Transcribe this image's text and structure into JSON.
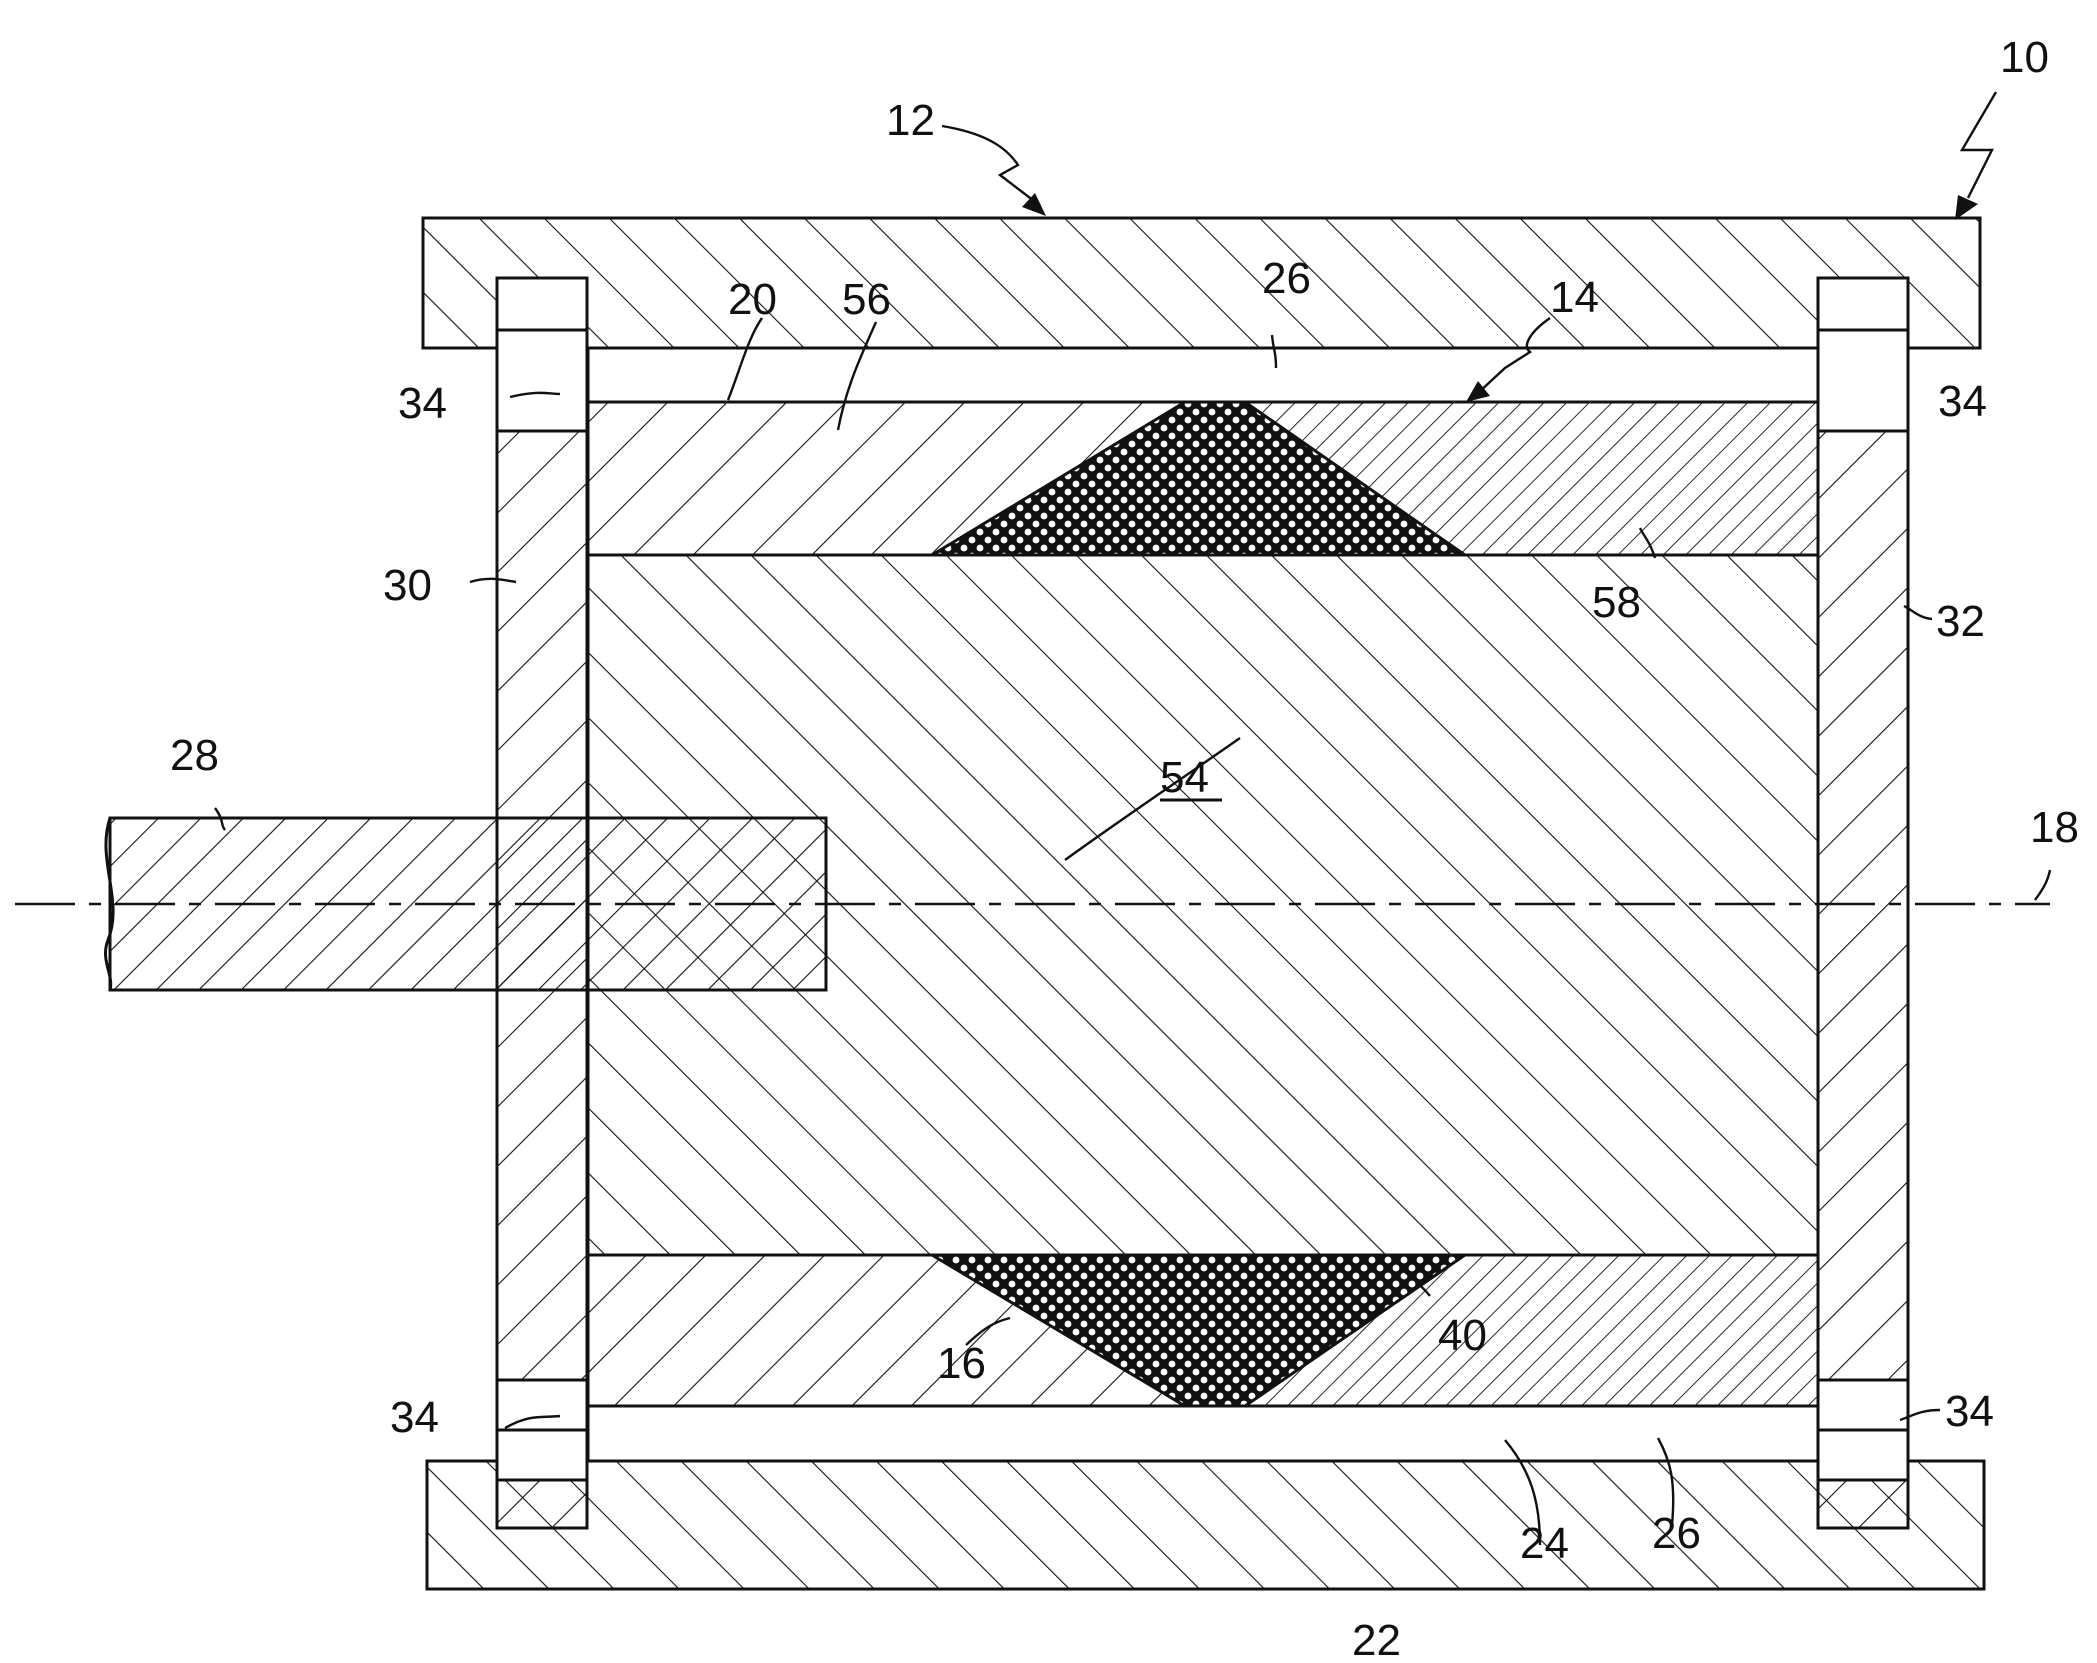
{
  "labels": {
    "assembly": "10",
    "housing": "12",
    "rotor": "14",
    "seal_bottom": "16",
    "axis": "18",
    "inner_surface_top": "20",
    "housing_bottom": "22",
    "inner_surface_bottom": "24",
    "gap_top": "26",
    "gap_bottom": "26",
    "shaft": "28",
    "end_plate_left": "30",
    "end_plate_right": "32",
    "bearing_top_left": "34",
    "bearing_top_right": "34",
    "bearing_bottom_left": "34",
    "bearing_bottom_right": "34",
    "seal_edge": "40",
    "core": "54",
    "sleeve_left": "56",
    "sleeve_right": "58"
  },
  "colors": {
    "ink": "#111111",
    "paper": "#ffffff"
  }
}
